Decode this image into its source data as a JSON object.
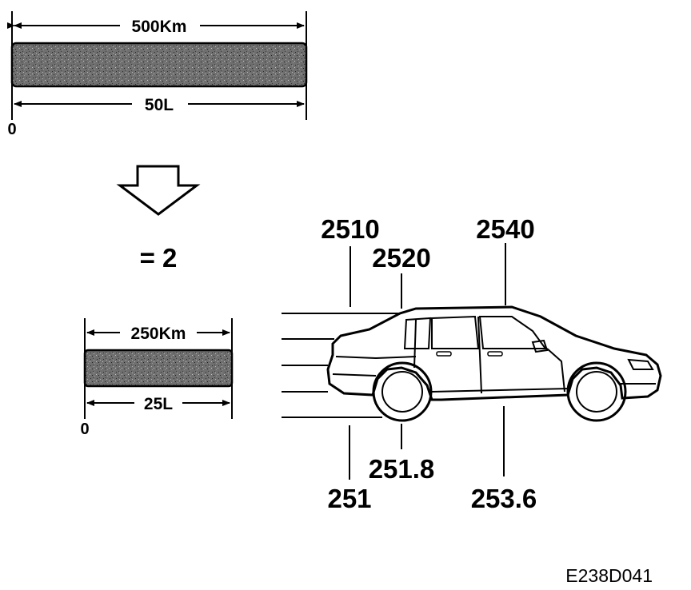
{
  "top_bar": {
    "distance_label": "500Km",
    "volume_label": "50L",
    "zero_label": "0"
  },
  "factor": {
    "label": "= 2"
  },
  "bottom_bar": {
    "distance_label": "250Km",
    "volume_label": "25L",
    "zero_label": "0"
  },
  "car_callouts": {
    "top": [
      "2510",
      "2520",
      "2540"
    ],
    "bottom": [
      "251",
      "251.8",
      "253.6"
    ]
  },
  "figure_code": "E238D041",
  "colors": {
    "ink": "#000000",
    "bar_fill": "#6b6b6b",
    "background": "#ffffff"
  },
  "icons": [
    "down-arrow-icon",
    "car-sedan-icon"
  ]
}
